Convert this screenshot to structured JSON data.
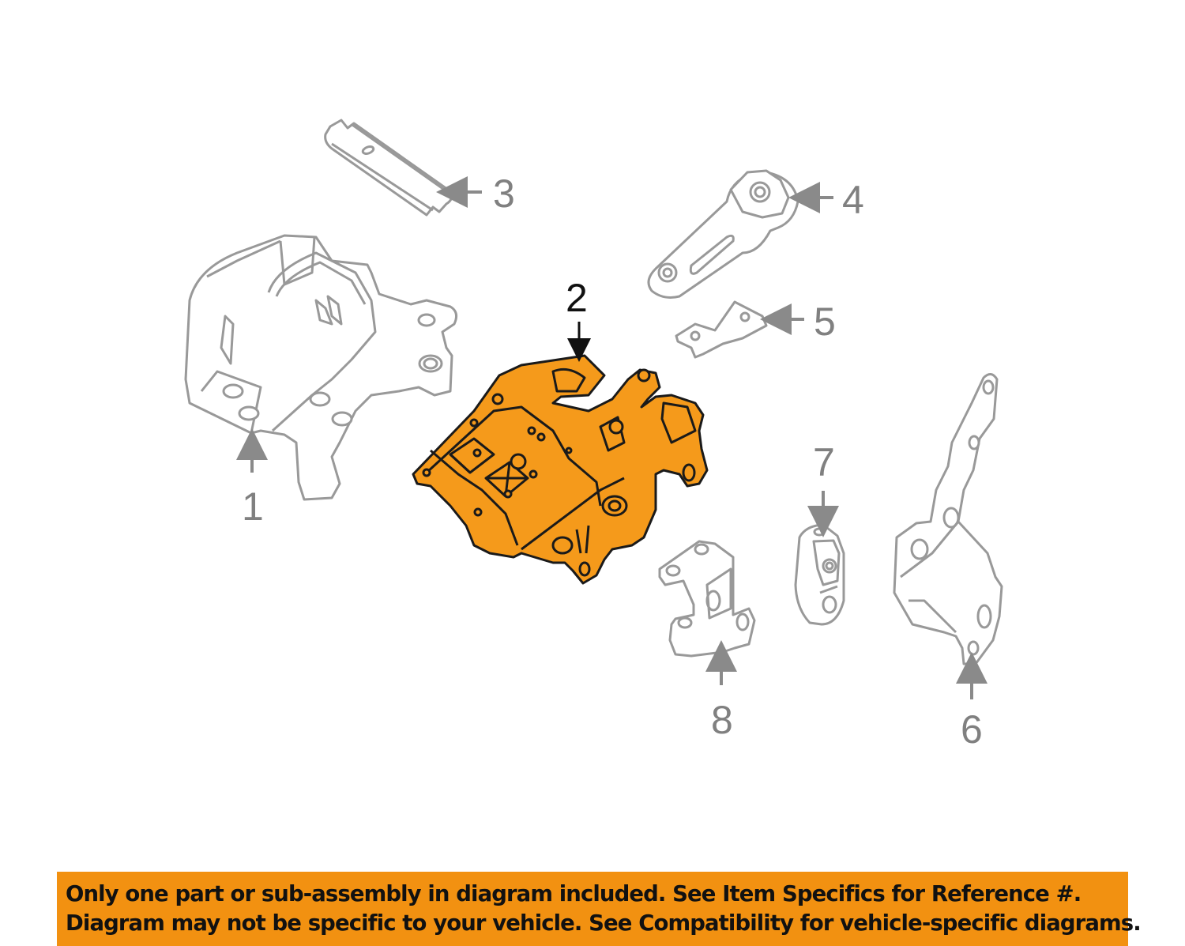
{
  "diagram": {
    "title": "Transmission / Engine Mount Assembly Diagram",
    "highlight_color": "#F59A1B",
    "outline_color": "#999999",
    "highlighted_part": "2",
    "callouts": [
      {
        "id": "1",
        "label": "1",
        "part": "Engine mount bracket (left)",
        "highlighted": false
      },
      {
        "id": "2",
        "label": "2",
        "part": "Transmission mount bracket",
        "highlighted": true
      },
      {
        "id": "3",
        "label": "3",
        "part": "Mount plate",
        "highlighted": false
      },
      {
        "id": "4",
        "label": "4",
        "part": "Torque rod mount",
        "highlighted": false
      },
      {
        "id": "5",
        "label": "5",
        "part": "Small bracket",
        "highlighted": false
      },
      {
        "id": "6",
        "label": "6",
        "part": "Mount bracket (right)",
        "highlighted": false
      },
      {
        "id": "7",
        "label": "7",
        "part": "Insulator / bushing",
        "highlighted": false
      },
      {
        "id": "8",
        "label": "8",
        "part": "Support bracket",
        "highlighted": false
      }
    ]
  },
  "banner": {
    "background": "#F29111",
    "line1": "Only one part or sub-assembly in diagram included. See Item Specifics for Reference #.",
    "line2": "Diagram may not be specific to your vehicle. See Compatibility for vehicle-specific diagrams."
  }
}
